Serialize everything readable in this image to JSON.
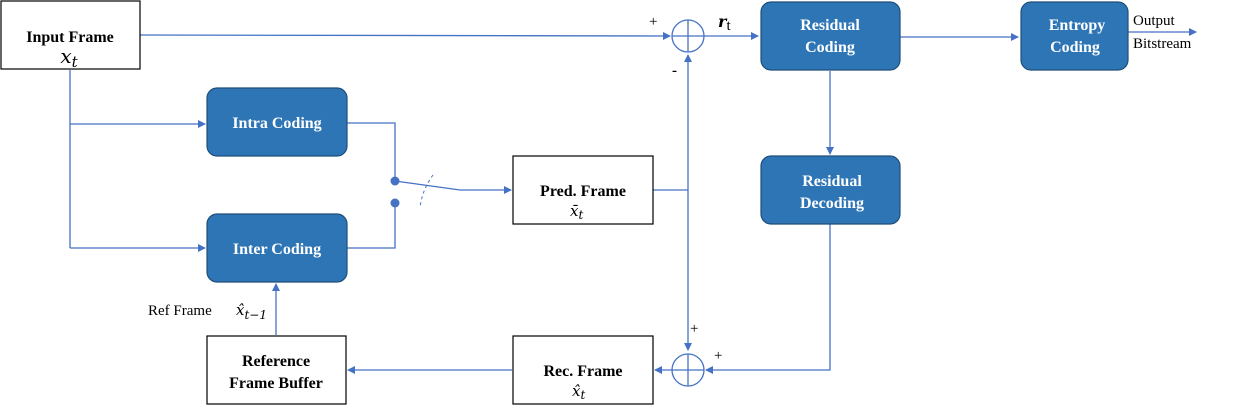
{
  "nodes": {
    "input_frame": {
      "label": "Input Frame",
      "math": "x",
      "sub": "t"
    },
    "intra_coding": {
      "label": "Intra Coding"
    },
    "inter_coding": {
      "label": "Inter Coding"
    },
    "pred_frame": {
      "label": "Pred. Frame",
      "math": "x̄",
      "sub": "t"
    },
    "residual_coding": {
      "line1": "Residual",
      "line2": "Coding"
    },
    "entropy_coding": {
      "line1": "Entropy",
      "line2": "Coding"
    },
    "residual_decoding": {
      "line1": "Residual",
      "line2": "Decoding"
    },
    "rec_frame": {
      "label": "Rec. Frame",
      "math": "x̂",
      "sub": "t"
    },
    "reference_buffer": {
      "line1": "Reference",
      "line2": "Frame Buffer"
    }
  },
  "labels": {
    "output_line1": "Output",
    "output_line2": "Bitstream",
    "residual_math": "r",
    "residual_sub": "t",
    "ref_frame_text": "Ref Frame",
    "ref_frame_math": "x̂",
    "ref_frame_sub": "t−1"
  },
  "signs": {
    "top_plus": "+",
    "top_minus": "-",
    "bottom_plus_top": "+",
    "bottom_plus_right": "+"
  },
  "colors": {
    "block_fill": "#2e75b6",
    "wire": "#4472c4"
  }
}
